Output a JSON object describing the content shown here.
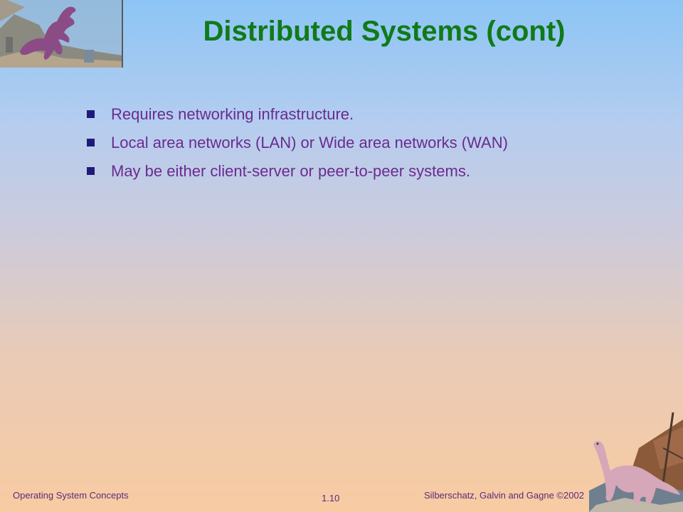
{
  "slide": {
    "title": "Distributed Systems (cont)",
    "bullets": [
      "Requires networking infrastructure.",
      "Local area networks (LAN) or Wide area networks (WAN)",
      "May be either client-server or peer-to-peer systems."
    ]
  },
  "footer": {
    "left": "Operating System Concepts",
    "center": "1.10",
    "right": "Silberschatz, Galvin and  Gagne ©2002"
  },
  "colors": {
    "title": "#107a1a",
    "bullet_text": "#6a2b8f",
    "bullet_marker": "#1f1a7a",
    "footer_text": "#5a2a7a"
  },
  "icons": {
    "top_left": "dinosaur-trex-icon",
    "bottom_right": "dinosaur-brontosaurus-icon"
  }
}
